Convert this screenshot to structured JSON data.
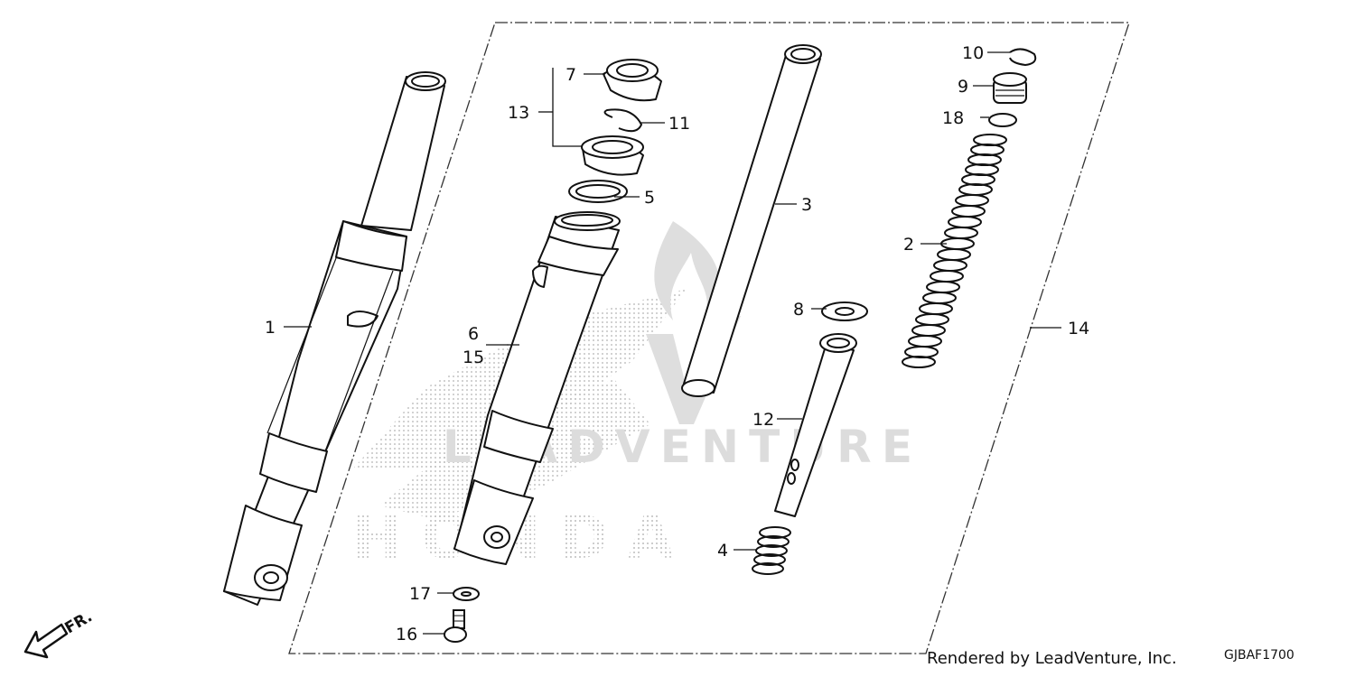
{
  "diagram": {
    "callouts": {
      "c1": "1",
      "c2": "2",
      "c3": "3",
      "c4": "4",
      "c5": "5",
      "c6": "6",
      "c7": "7",
      "c8": "8",
      "c9": "9",
      "c10": "10",
      "c11": "11",
      "c12": "12",
      "c13": "13",
      "c14": "14",
      "c15": "15",
      "c16": "16",
      "c17": "17",
      "c18": "18"
    },
    "direction_label": "FR.",
    "watermark_text": "LEADVENTURE",
    "watermark_brand": "HONDA"
  },
  "footer": {
    "credit": "Rendered by LeadVenture, Inc.",
    "code": "GJBAF1700"
  },
  "colors": {
    "line": "#111111",
    "watermark": "#d4d4d4"
  }
}
